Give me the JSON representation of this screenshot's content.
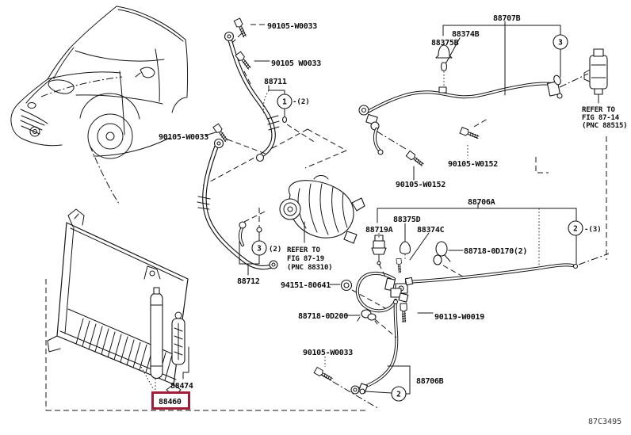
{
  "labels": {
    "bolt_w0033_top": "90105-W0033",
    "bolt_w0033_mid": "90105 W0033",
    "hose_88711": "88711",
    "bolt_w0033_left": "90105-W0033",
    "pipe_88707b": "88707B",
    "clamp_88374b": "88374B",
    "grommet_88375b": "88375B",
    "bolt_w0152_left": "90105-W0152",
    "bolt_w0152_right": "90105-W0152",
    "pipe_88706a": "88706A",
    "sensor_88719a": "88719A",
    "grommet_88375d": "88375D",
    "clamp_88374c": "88374C",
    "clamp_0d170": "88718-0D170(2)",
    "hose_88712": "88712",
    "grommet_94151": "94151-80641",
    "clamp_0d200": "88718-0D200",
    "bolt_90119": "90119-W0019",
    "bolt_w0033_bottom": "90105-W0033",
    "pipe_88706b": "88706B",
    "drier_88474": "88474",
    "condenser_88460": "88460",
    "drawing_code": "87C3495"
  },
  "callouts": {
    "one": "1",
    "two": "2",
    "three": "3",
    "qty_2": "(2)",
    "qty_2_dash": "-(2)",
    "qty_3_dash": "-(3)"
  },
  "notes": {
    "refer_to": "REFER TO",
    "fig_87_14": "FIG 87-14",
    "pnc_88515": "(PNC 88515)",
    "fig_87_19": "FIG 87-19",
    "pnc_88310": "(PNC 88310)"
  },
  "highlight": {
    "part": "88460",
    "color": "#9e1e3c"
  }
}
